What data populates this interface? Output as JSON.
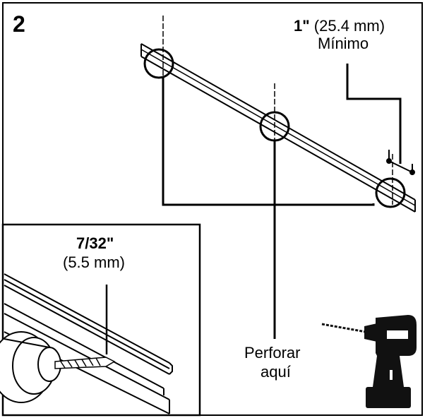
{
  "step_number": "2",
  "spacing_label": {
    "value": "1\"",
    "metric": "(25.4 mm)",
    "word": "Mínimo"
  },
  "bit_label": {
    "size": "7/32\"",
    "metric": "(5.5 mm)"
  },
  "drill_label": {
    "line1": "Perforar",
    "line2": "aquí"
  },
  "icons": [
    "drill-bit-icon",
    "power-drill-icon",
    "drill-point-circle-icon"
  ]
}
